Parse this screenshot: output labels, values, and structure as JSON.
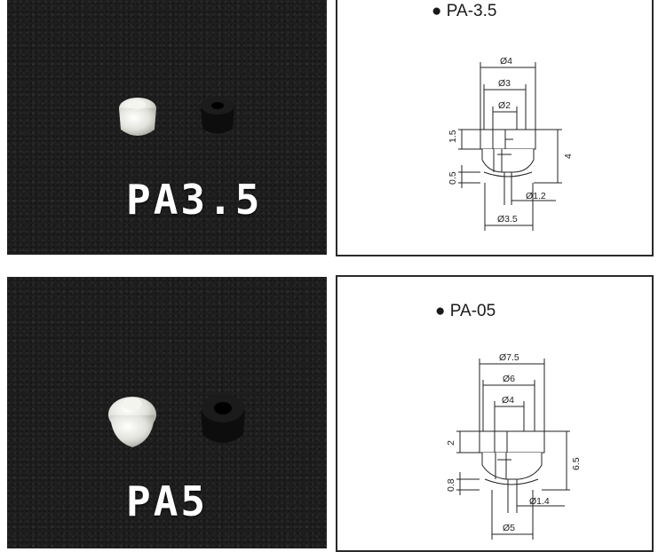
{
  "panels": [
    {
      "photo_label": "PA3.5",
      "model_title": "PA-3.5",
      "dims": {
        "d_outer": "Ø4",
        "d_mid": "Ø3",
        "d_inner": "Ø2",
        "h_top": "1.5",
        "h_total": "4",
        "h_bottom": "0.5",
        "d_hole": "Ø1.2",
        "d_base": "Ø3.5"
      }
    },
    {
      "photo_label": "PA5",
      "model_title": "PA-05",
      "dims": {
        "d_outer": "Ø7.5",
        "d_mid": "Ø6",
        "d_inner": "Ø4",
        "h_top": "2",
        "h_total": "6.5",
        "h_bottom": "0.8",
        "d_hole": "Ø1.4",
        "d_base": "Ø5"
      }
    }
  ],
  "colors": {
    "photo_bg": "#1e1e1e",
    "clear_cup": "#dcdcd6",
    "black_cup": "#111111",
    "line": "#222222"
  }
}
